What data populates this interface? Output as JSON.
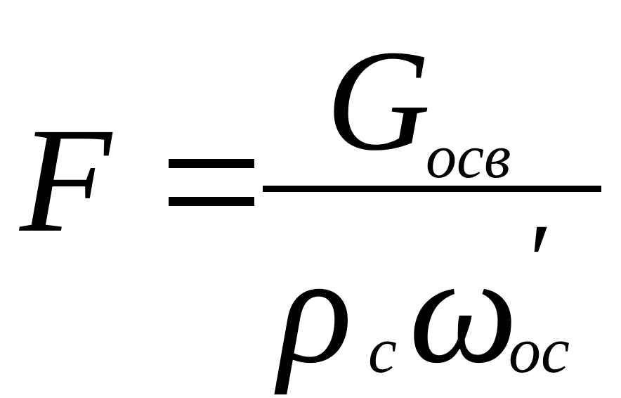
{
  "formula": {
    "lhs": {
      "variable": "F"
    },
    "operator": "=",
    "numerator": {
      "symbol": "G",
      "subscript": "осв"
    },
    "denominator": [
      {
        "symbol": "ρ",
        "subscript": "с"
      },
      {
        "symbol": "ω",
        "prime": "′",
        "subscript": "ос"
      }
    ]
  }
}
